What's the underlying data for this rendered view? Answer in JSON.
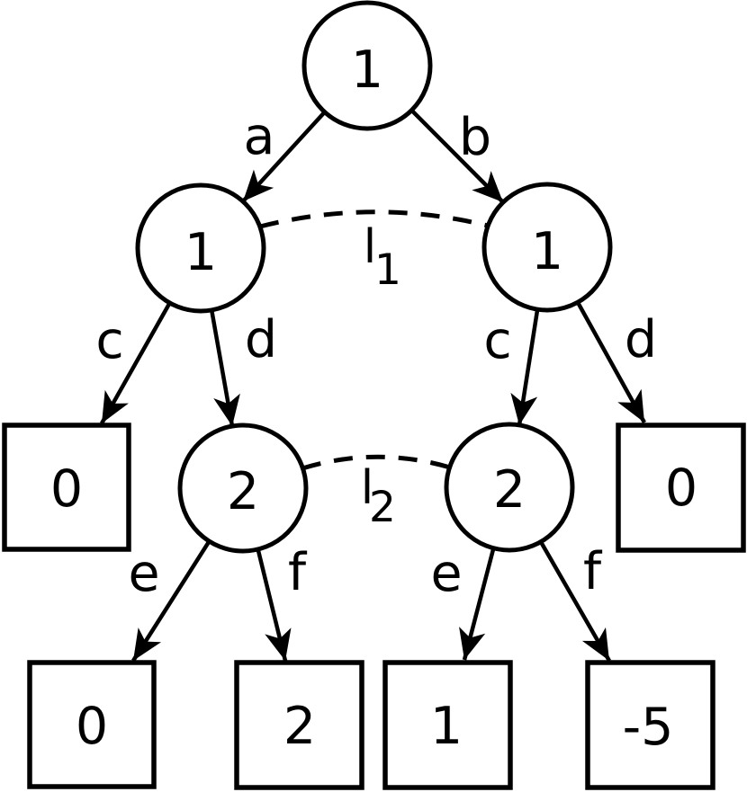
{
  "diagram": {
    "type": "game-tree",
    "background_color": "#ffffff",
    "line_color": "#000000",
    "node_fill_color": "#ffffff",
    "nodes": [
      {
        "id": "root",
        "shape": "circle",
        "label": "1"
      },
      {
        "id": "left-1",
        "shape": "circle",
        "label": "1"
      },
      {
        "id": "right-1",
        "shape": "circle",
        "label": "1"
      },
      {
        "id": "left-2",
        "shape": "circle",
        "label": "2"
      },
      {
        "id": "right-2",
        "shape": "circle",
        "label": "2"
      }
    ],
    "leaves": [
      {
        "id": "leaf-left-c",
        "shape": "square",
        "label": "0"
      },
      {
        "id": "leaf-right-d",
        "shape": "square",
        "label": "0"
      },
      {
        "id": "leaf-left-e",
        "shape": "square",
        "label": "0"
      },
      {
        "id": "leaf-left-f",
        "shape": "square",
        "label": "2"
      },
      {
        "id": "leaf-right-e",
        "shape": "square",
        "label": "1"
      },
      {
        "id": "leaf-right-f",
        "shape": "square",
        "label": "-5"
      }
    ],
    "edges": [
      {
        "from": "root",
        "to": "left-1",
        "label": "a"
      },
      {
        "from": "root",
        "to": "right-1",
        "label": "b"
      },
      {
        "from": "left-1",
        "to": "leaf-left-c",
        "label": "c"
      },
      {
        "from": "left-1",
        "to": "left-2",
        "label": "d"
      },
      {
        "from": "right-1",
        "to": "right-2",
        "label": "c"
      },
      {
        "from": "right-1",
        "to": "leaf-right-d",
        "label": "d"
      },
      {
        "from": "left-2",
        "to": "leaf-left-e",
        "label": "e"
      },
      {
        "from": "left-2",
        "to": "leaf-left-f",
        "label": "f"
      },
      {
        "from": "right-2",
        "to": "leaf-right-e",
        "label": "e"
      },
      {
        "from": "right-2",
        "to": "leaf-right-f",
        "label": "f"
      }
    ],
    "info_sets": [
      {
        "id": "info-set-1",
        "label": "l",
        "subscript": "1",
        "connects": [
          "left-1",
          "right-1"
        ]
      },
      {
        "id": "info-set-2",
        "label": "l",
        "subscript": "2",
        "connects": [
          "left-2",
          "right-2"
        ]
      }
    ]
  }
}
